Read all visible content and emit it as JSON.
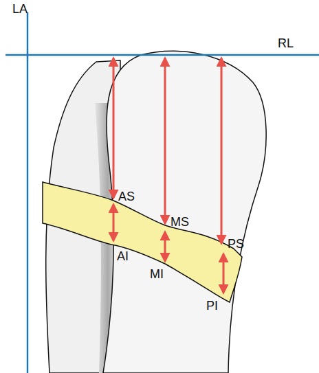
{
  "diagram": {
    "labels": [
      "LA",
      "RL",
      "AS",
      "MS",
      "PS",
      "AI",
      "MI",
      "PI"
    ]
  }
}
